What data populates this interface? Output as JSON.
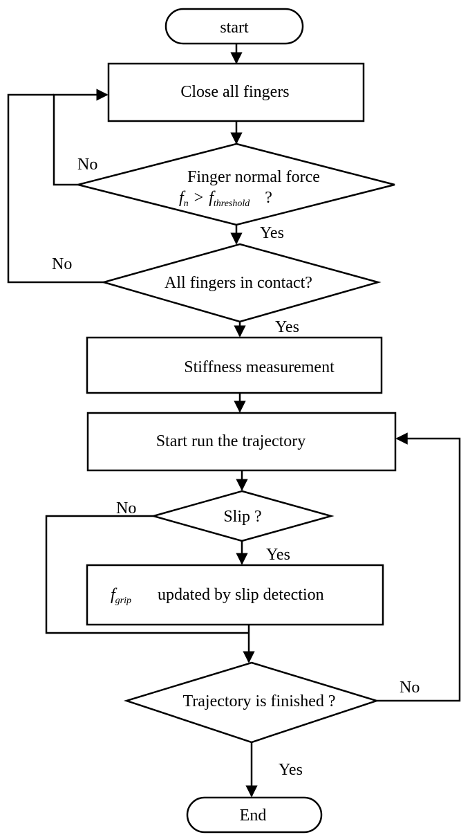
{
  "nodes": {
    "start": "start",
    "close_fingers": "Close all fingers",
    "force_check_line1": "Finger normal force",
    "force_check_fn": "f",
    "force_check_fn_sub": "n",
    "force_check_gt": ">",
    "force_check_fth": "f",
    "force_check_fth_sub": "threshold",
    "force_check_q": "?",
    "contact_check": "All fingers in contact?",
    "stiffness": "Stiffness measurement",
    "trajectory_start": "Start run the trajectory",
    "slip_check": "Slip ?",
    "grip_f": "f",
    "grip_sub": "grip",
    "grip_text": "updated by slip detection",
    "finished_check": "Trajectory is finished ?",
    "end": "End"
  },
  "edge_labels": {
    "force_no": "No",
    "force_yes": "Yes",
    "contact_no": "No",
    "contact_yes": "Yes",
    "slip_no": "No",
    "slip_yes": "Yes",
    "finished_no": "No",
    "finished_yes": "Yes"
  }
}
